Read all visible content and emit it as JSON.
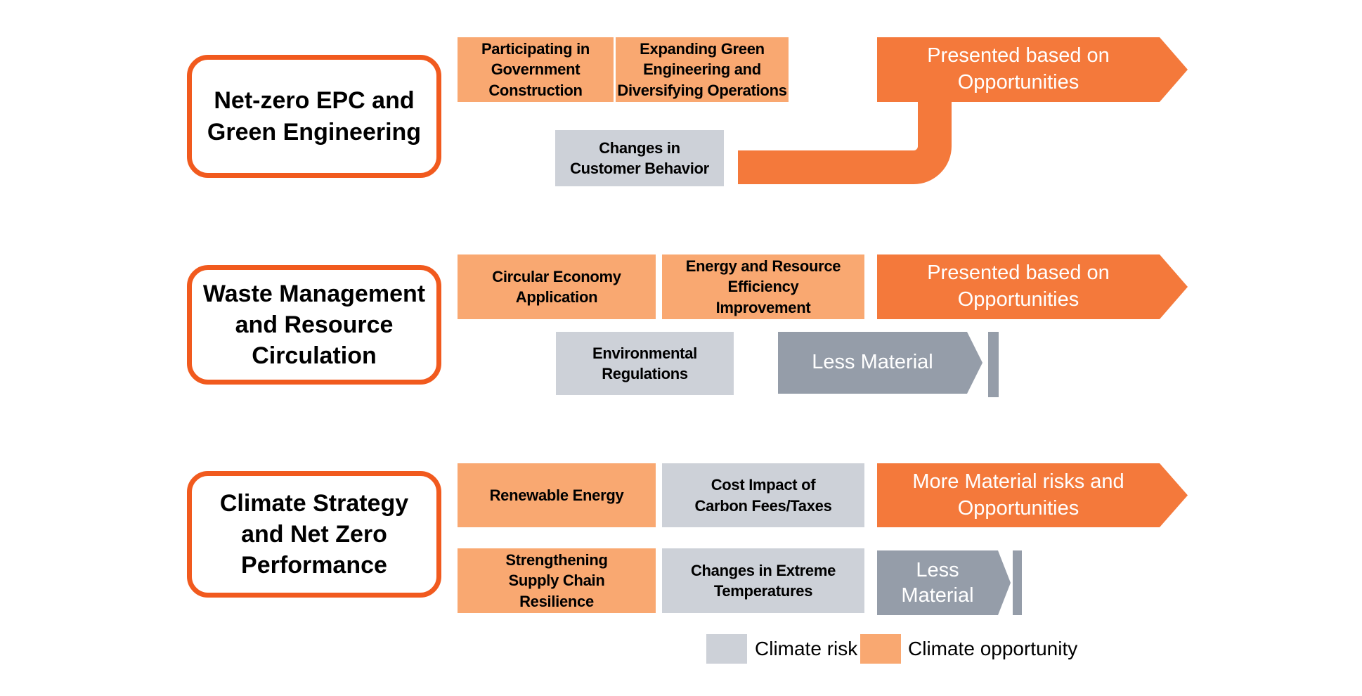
{
  "palette": {
    "opportunity_fill": "#F9A871",
    "risk_fill": "#CDD1D8",
    "materiality_arrow_fill": "#F4793B",
    "less_material_arrow_fill": "#959DA9",
    "category_outline": "#F15A1E"
  },
  "rows": [
    {
      "category": "Net-zero EPC and\nGreen Engineering",
      "opportunities": [
        "Participating in\nGovernment\nConstruction",
        "Expanding Green\nEngineering and\nDiversifying Operations"
      ],
      "risks": [
        "Changes in\nCustomer Behavior"
      ],
      "materiality_arrow": "Presented based on\nOpportunities"
    },
    {
      "category": "Waste Management\nand Resource\nCirculation",
      "opportunities": [
        "Circular Economy\nApplication",
        "Energy and Resource\nEfficiency\nImprovement"
      ],
      "risks": [
        "Environmental\nRegulations"
      ],
      "materiality_arrow": "Presented based on\nOpportunities",
      "less_material_arrow": "Less Material"
    },
    {
      "category": "Climate Strategy\nand Net Zero\nPerformance",
      "opportunities": [
        "Renewable Energy",
        "Strengthening\nSupply Chain\nResilience"
      ],
      "risks": [
        "Cost Impact of\nCarbon Fees/Taxes",
        "Changes in Extreme\nTemperatures"
      ],
      "materiality_arrow": "More Material risks and\nOpportunities",
      "less_material_arrow": "Less\nMaterial"
    }
  ],
  "legend": {
    "risk_label": "Climate risk",
    "opportunity_label": "Climate opportunity"
  }
}
